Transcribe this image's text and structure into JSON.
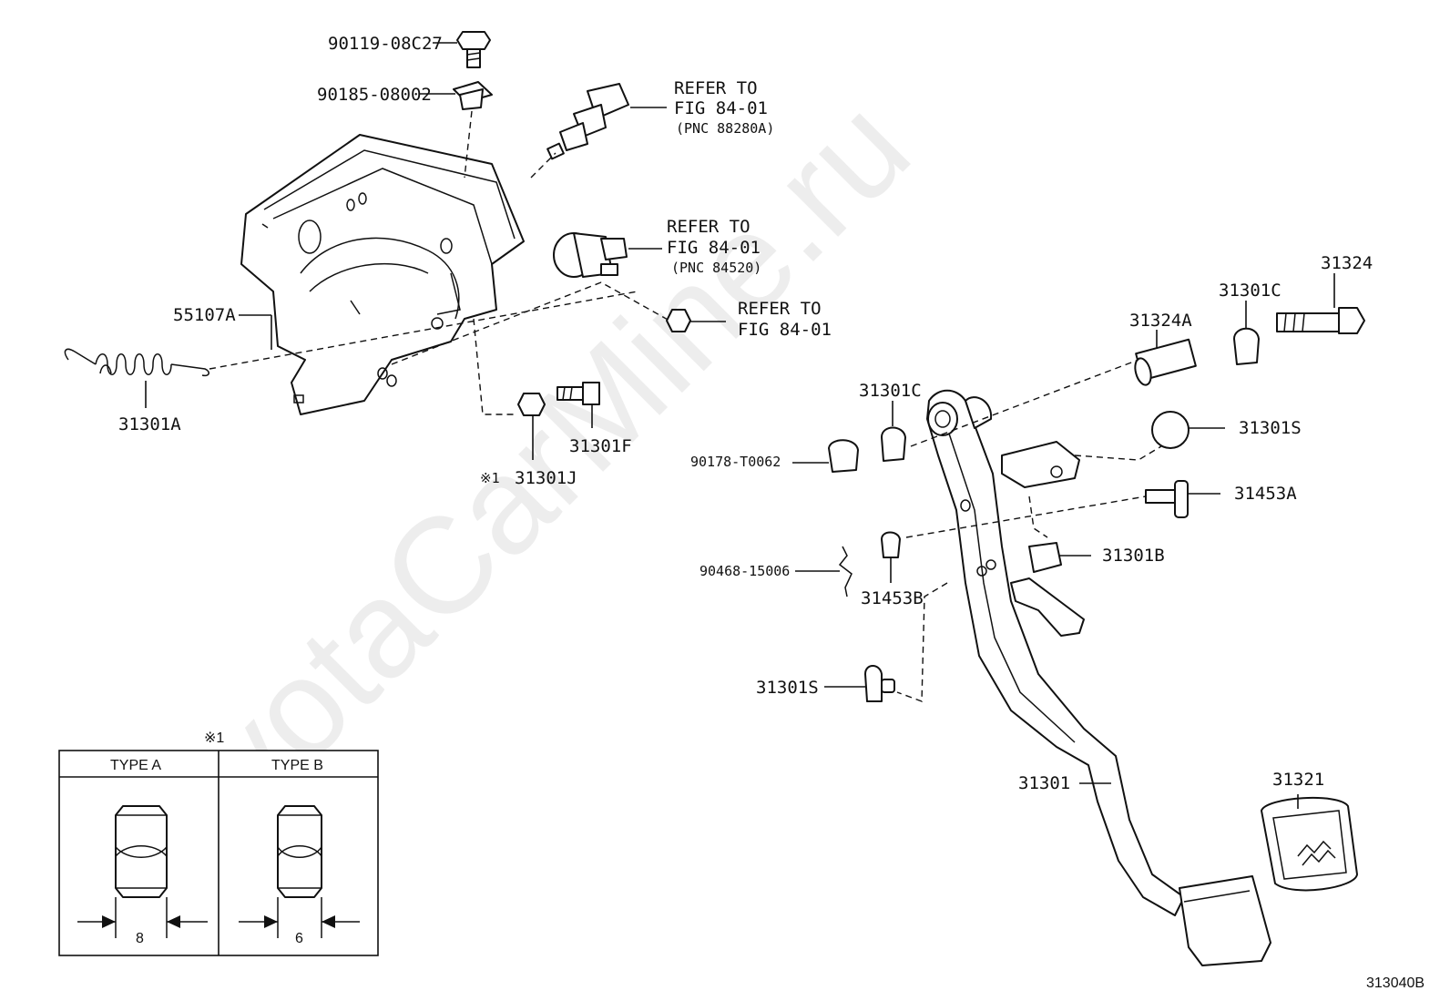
{
  "watermark": "ToyotaCarMine.ru",
  "figure_code": "313040B",
  "callouts": {
    "p90119": "90119-08C27",
    "p90185": "90185-08002",
    "refer1_line1": "REFER TO",
    "refer1_line2": "FIG 84-01",
    "refer1_line3": "(PNC 88280A)",
    "refer2_line1": "REFER TO",
    "refer2_line2": "FIG 84-01",
    "refer2_line3": "(PNC 84520)",
    "refer3_line1": "REFER TO",
    "refer3_line2": "FIG 84-01",
    "p55107A": "55107A",
    "p31301A": "31301A",
    "p31301F": "31301F",
    "p31301J_mark": "※1",
    "p31301J": "31301J",
    "p31324": "31324",
    "p31301C_top": "31301C",
    "p31324A": "31324A",
    "p31301C_mid": "31301C",
    "p31301S_top": "31301S",
    "p90178": "90178-T0062",
    "p31453A": "31453A",
    "p31301B": "31301B",
    "p90468": "90468-15006",
    "p31453B": "31453B",
    "p31301S_bottom": "31301S",
    "p31301": "31301",
    "p31321": "31321"
  },
  "nut_table": {
    "mark": "※1",
    "columns": [
      {
        "type": "TYPE A",
        "size": "8"
      },
      {
        "type": "TYPE B",
        "size": "6"
      }
    ]
  }
}
